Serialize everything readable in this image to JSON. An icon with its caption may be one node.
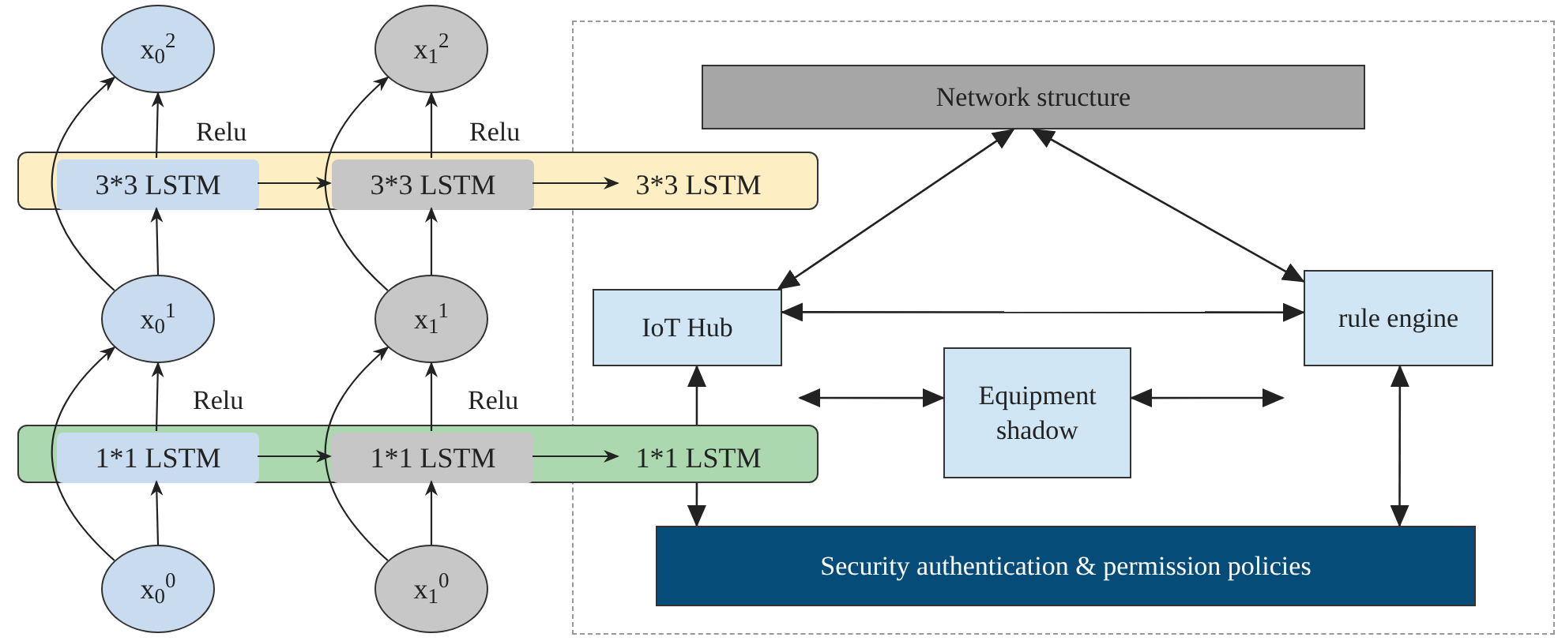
{
  "diagram": {
    "nodes": [
      {
        "text": [
          "x$_{0}$$^{2}$"
        ]
      },
      {
        "text": [
          "x$_{1}$$^{2}$"
        ]
      },
      {
        "text": [],
        "shape": "bar"
      },
      {
        "text": [
          "3*3 LSTM"
        ],
        "in": 2
      },
      {
        "text": [
          "3*3 LSTM"
        ],
        "in": 2
      },
      {
        "text": [
          "3*3 LSTM"
        ],
        "in": 2
      },
      {
        "text": [
          "x$_{0}$$^{1}$"
        ]
      },
      {
        "text": [
          "x$_{1}$$^{1}$"
        ]
      },
      {
        "text": [],
        "shape": "bar"
      },
      {
        "text": [
          "1*1 LSTM"
        ],
        "in": 8
      },
      {
        "text": [
          "1*1 LSTM"
        ],
        "in": 8
      },
      {
        "text": [
          "1*1 LSTM"
        ],
        "in": 8
      },
      {
        "text": [
          "x$_{0}$$^{0}$"
        ]
      },
      {
        "text": [
          "x$_{1}$$^{0}$"
        ]
      },
      {
        "text": [
          "Network structure"
        ]
      },
      {
        "text": [
          "IoT Hub"
        ]
      },
      {
        "text": [
          "rule engine"
        ]
      },
      {
        "text": [
          "Equipment shadow"
        ]
      },
      {
        "text": [
          "Security authentication & permission policies"
        ]
      }
    ],
    "edges": [
      {
        "from": 12,
        "to": 9,
        "arrow": "to"
      },
      {
        "from": 9,
        "to": 6,
        "arrow": "to"
      },
      {
        "from": 6,
        "to": 3,
        "arrow": "to"
      },
      {
        "from": 3,
        "to": 0,
        "arrow": "to"
      },
      {
        "from": 12,
        "to": 6,
        "arrow": "to"
      },
      {
        "from": 6,
        "to": 0,
        "arrow": "to"
      },
      {
        "from": 13,
        "to": 10,
        "arrow": "to"
      },
      {
        "from": 10,
        "to": 7,
        "arrow": "to"
      },
      {
        "from": 7,
        "to": 4,
        "arrow": "to"
      },
      {
        "from": 4,
        "to": 1,
        "arrow": "to"
      },
      {
        "from": 13,
        "to": 7,
        "arrow": "to"
      },
      {
        "from": 7,
        "to": 1,
        "arrow": "to"
      },
      {
        "from": 3,
        "to": 4,
        "arrow": "to"
      },
      {
        "from": 4,
        "to": 5,
        "arrow": "to"
      },
      {
        "from": 9,
        "to": 10,
        "arrow": "to"
      },
      {
        "from": 10,
        "to": 11,
        "arrow": "to"
      },
      {
        "from": 14,
        "to": 15,
        "arrow": "both"
      },
      {
        "from": 14,
        "to": 16,
        "arrow": "both"
      },
      {
        "from": 15,
        "to": 16,
        "arrow": "both"
      },
      {
        "from": 15,
        "to": 17,
        "arrow": "both"
      },
      {
        "from": 17,
        "to": 16,
        "arrow": "both"
      },
      {
        "from": 15,
        "to": 18,
        "arrow": "both"
      },
      {
        "from": 16,
        "to": 18,
        "arrow": "both"
      }
    ],
    "labels": [
      "Relu",
      "Relu",
      "Relu",
      "Relu"
    ]
  }
}
